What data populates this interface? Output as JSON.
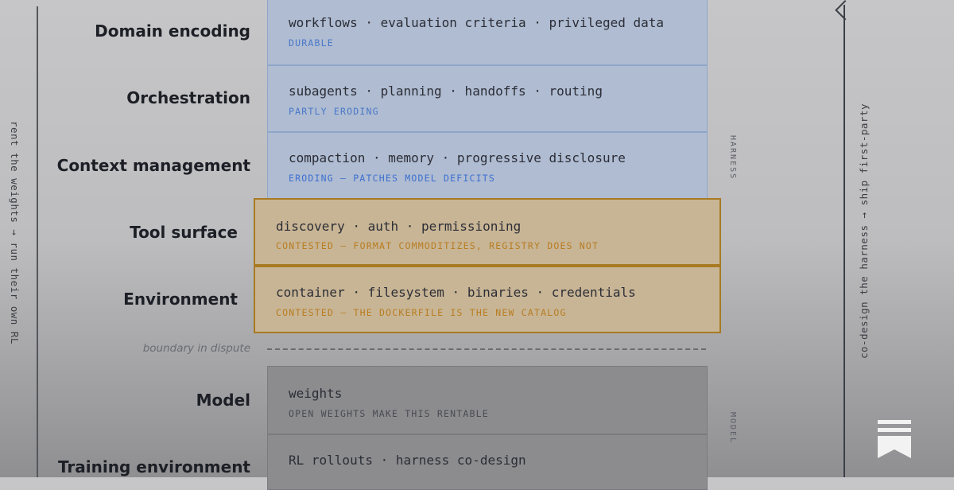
{
  "axes": {
    "left_text": "rent the weights → run their own RL",
    "right_text": "co-design the harness → ship first-party"
  },
  "group_labels": {
    "harness": "HARNESS",
    "model": "MODEL"
  },
  "boundary": {
    "label": "boundary in dispute"
  },
  "layers": [
    {
      "label": "Domain encoding",
      "items": "workflows · evaluation criteria · privileged data",
      "status": "DURABLE",
      "status_color": "#4a78c8",
      "group": "harness"
    },
    {
      "label": "Orchestration",
      "items": "subagents · planning · handoffs · routing",
      "status": "PARTLY ERODING",
      "status_color": "#4a78c8",
      "group": "harness"
    },
    {
      "label": "Context management",
      "items": "compaction · memory · progressive disclosure",
      "status": "ERODING — PATCHES MODEL DEFICITS",
      "status_color": "#3e6fcf",
      "group": "harness"
    },
    {
      "label": "Tool surface",
      "items": "discovery · auth · permissioning",
      "status": "CONTESTED — FORMAT COMMODITIZES, REGISTRY DOES NOT",
      "status_color": "#b87d22",
      "group": "contested"
    },
    {
      "label": "Environment",
      "items": "container · filesystem · binaries · credentials",
      "status": "CONTESTED — THE DOCKERFILE IS THE NEW CATALOG",
      "status_color": "#b87d22",
      "group": "contested"
    },
    {
      "label": "Model",
      "items": "weights",
      "status": "OPEN WEIGHTS MAKE THIS RENTABLE",
      "status_color": "#4a4c53",
      "group": "model"
    },
    {
      "label": "Training environment",
      "items": "RL rollouts · harness co-design",
      "status": "",
      "status_color": "#4a4c53",
      "group": "model"
    }
  ],
  "colors": {
    "harness_fill": "#aebbd1",
    "contested_fill": "#c8b595",
    "contested_border": "#a87a22",
    "model_fill": "#8c8c8f"
  },
  "icons": {
    "corner": "bookmark-icon"
  }
}
